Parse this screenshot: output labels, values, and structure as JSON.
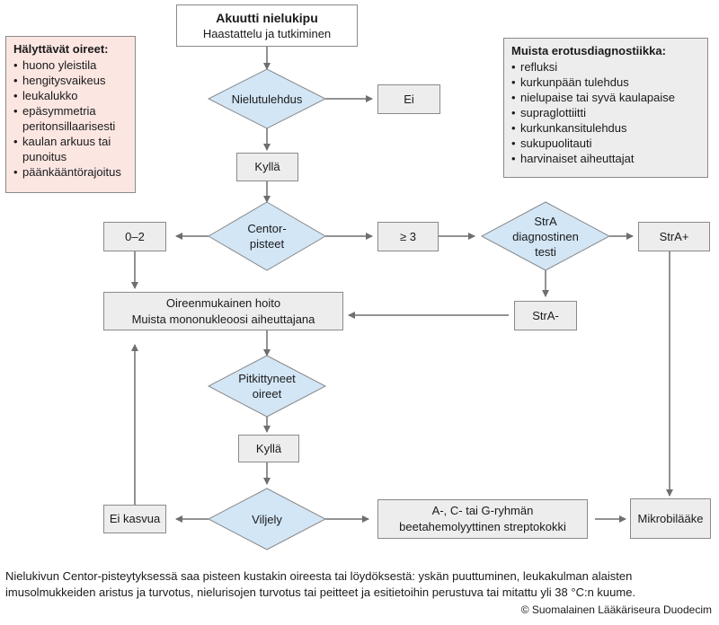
{
  "start": {
    "title": "Akuutti nielukipu",
    "subtitle": "Haastattelu ja tutkiminen"
  },
  "warning": {
    "heading": "Hälyttävät oireet:",
    "items": [
      "huono yleistila",
      "hengitysvaikeus",
      "leukalukko",
      "epäsymmetria peritonsillaarisesti",
      "kaulan arkuus tai punoitus",
      "päänkääntörajoitus"
    ]
  },
  "differential": {
    "heading": "Muista erotusdiagnostiikka:",
    "items": [
      "refluksi",
      "kurkunpään tulehdus",
      "nielupaise tai syvä kaulapaise",
      "supraglottiitti",
      "kurkunkansitulehdus",
      "sukupuolitauti",
      "harvinaiset aiheuttajat"
    ]
  },
  "nodes": {
    "nielutulehdus": "Nielutulehdus",
    "ei": "Ei",
    "kylla1": "Kyllä",
    "centor_line1": "Centor-",
    "centor_line2": "pisteet",
    "score_low": "0–2",
    "score_high": "≥ 3",
    "stra_line1": "StrA",
    "stra_line2": "diagnostinen",
    "stra_line3": "testi",
    "stra_pos": "StrA+",
    "stra_neg": "StrA-",
    "treat_line1": "Oireenmukainen hoito",
    "treat_line2": "Muista mononukleoosi aiheuttajana",
    "prolonged_line1": "Pitkittyneet",
    "prolonged_line2": "oireet",
    "kylla2": "Kyllä",
    "viljely": "Viljely",
    "no_growth": "Ei kasvua",
    "strep_line1": "A-, C- tai G-ryhmän",
    "strep_line2": "beetahemolyyttinen streptokokki",
    "antibiotic": "Mikrobilääke"
  },
  "footnote": "Nielukivun Centor-pisteytyksessä saa pisteen kustakin oireesta tai löydöksestä: yskän puuttuminen, leukakulman alaisten imusolmukkeiden aristus ja turvotus, nielurisojen turvotus tai peitteet ja esitietoihin perustuva tai mitattu yli 38 °C:n kuume.",
  "copyright": "© Suomalainen Lääkäriseura Duodecim",
  "colors": {
    "diamond_fill": "#d3e6f6",
    "box_fill": "#ededed",
    "warning_fill": "#fbe6e2",
    "line": "#6e6e6e"
  }
}
